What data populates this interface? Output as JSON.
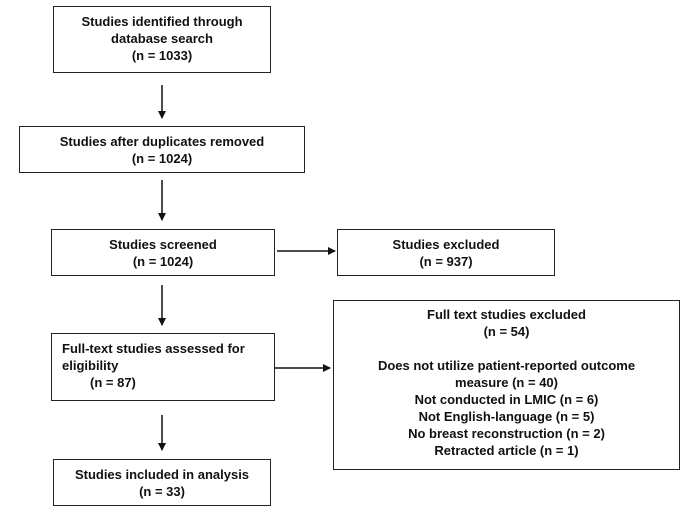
{
  "boxes": {
    "identified": {
      "lines": [
        "Studies identified through",
        "database search",
        "(n = 1033)"
      ]
    },
    "dedup": {
      "lines": [
        "Studies after duplicates removed",
        "(n = 1024)"
      ]
    },
    "screened": {
      "lines": [
        "Studies screened",
        "(n = 1024)"
      ]
    },
    "excluded": {
      "lines": [
        "Studies excluded",
        "(n = 937)"
      ]
    },
    "fulltext": {
      "lines": [
        "Full-text studies assessed for",
        "eligibility",
        "(n = 87)"
      ]
    },
    "fulltext_excluded": {
      "title": "Full text studies excluded",
      "count": "(n = 54)",
      "reasons": [
        "Does not utilize patient-reported outcome",
        "measure (n = 40)",
        "Not conducted in LMIC (n = 6)",
        "Not English-language (n = 5)",
        "No breast reconstruction (n = 2)",
        "Retracted article (n = 1)"
      ]
    },
    "included": {
      "lines": [
        "Studies included in analysis",
        "(n = 33)"
      ]
    }
  }
}
